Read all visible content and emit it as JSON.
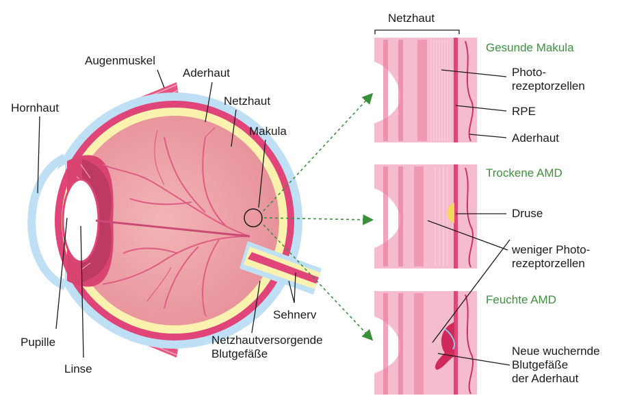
{
  "eye_labels": {
    "augenmuskel": "Augenmuskel",
    "aderhaut": "Aderhaut",
    "hornhaut": "Hornhaut",
    "netzhaut": "Netzhaut",
    "makula": "Makula",
    "sehnerv": "Sehnerv",
    "pupille": "Pupille",
    "linse": "Linse",
    "blutgefaesse_line1": "Netzhautversorgende",
    "blutgefaesse_line2": "Blutgefäße"
  },
  "panel_header": "Netzhaut",
  "panels": [
    {
      "title": "Gesunde Makula",
      "labels": [
        "Photo-",
        "rezeptorzellen",
        "RPE",
        "Aderhaut"
      ]
    },
    {
      "title": "Trockene AMD",
      "labels": [
        "Druse",
        "weniger Photo-",
        "rezeptorzellen"
      ]
    },
    {
      "title": "Feuchte AMD",
      "labels": [
        "Neue wuchernde",
        "Blutgefäße",
        "der Aderhaut"
      ]
    }
  ],
  "colors": {
    "sclera": "#bfe0f4",
    "choroid": "#e0457a",
    "retina": "#fbf2b0",
    "vitreous": "#eea2a6",
    "panel_bg": "#f5bccd",
    "arrow": "#3a8f3a",
    "title": "#3e8f3e"
  }
}
